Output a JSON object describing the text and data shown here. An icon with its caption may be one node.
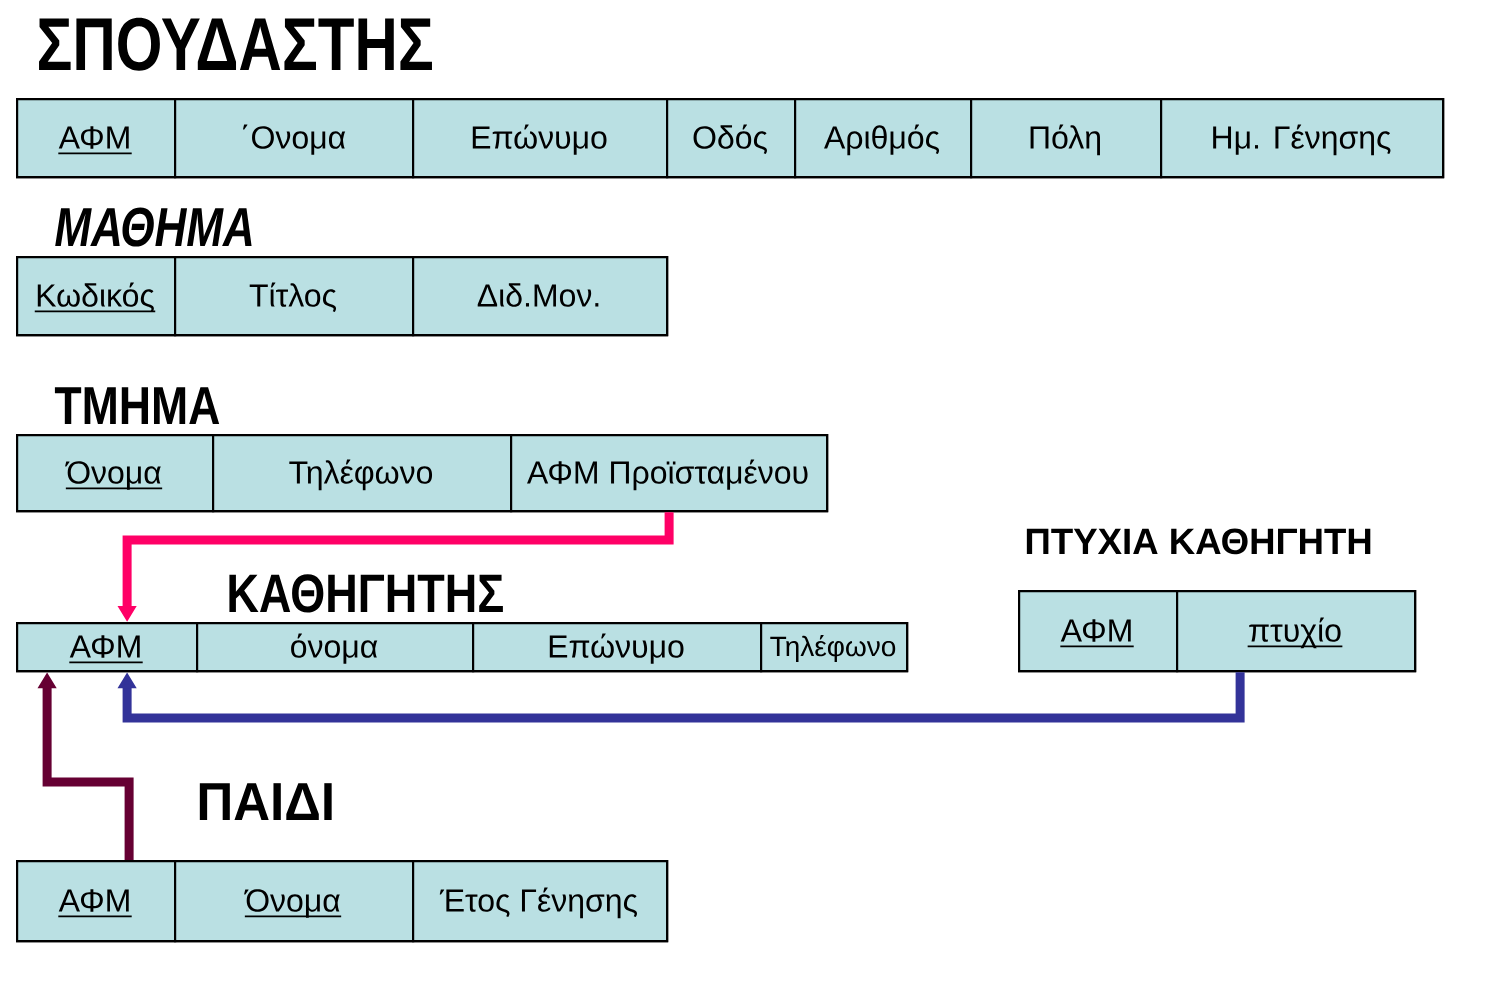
{
  "diagram": {
    "nodes": [
      {
        "text": [
          "ΣΠΟΥΔΑΣΤΗΣ"
        ]
      },
      {
        "text": [
          "ΑΦΜ"
        ],
        "in": 0
      },
      {
        "text": [
          "΄Ονομα"
        ],
        "in": 0
      },
      {
        "text": [
          "Επώνυμο"
        ],
        "in": 0
      },
      {
        "text": [
          "Οδός"
        ],
        "in": 0
      },
      {
        "text": [
          "Αριθμός"
        ],
        "in": 0
      },
      {
        "text": [
          "Πόλη"
        ],
        "in": 0
      },
      {
        "text": [
          "Ημ. Γένησης"
        ],
        "in": 0
      },
      {
        "text": [
          "ΜΑΘΗΜΑ"
        ]
      },
      {
        "text": [
          "Κωδικός"
        ],
        "in": 8
      },
      {
        "text": [
          "Τίτλος"
        ],
        "in": 8
      },
      {
        "text": [
          "Διδ.Μον."
        ],
        "in": 8
      },
      {
        "text": [
          "ΤΜΗΜΑ"
        ]
      },
      {
        "text": [
          "Όνομα"
        ],
        "in": 12
      },
      {
        "text": [
          "Τηλέφωνο"
        ],
        "in": 12
      },
      {
        "text": [
          "ΑΦΜ Προϊσταμένου"
        ],
        "in": 12
      },
      {
        "text": [
          "ΚΑΘΗΓΗΤΗΣ"
        ]
      },
      {
        "text": [
          "ΑΦΜ"
        ],
        "in": 16
      },
      {
        "text": [
          "όνομα"
        ],
        "in": 16
      },
      {
        "text": [
          "Επώνυμο"
        ],
        "in": 16
      },
      {
        "text": [
          "Τηλέφωνο"
        ],
        "in": 16
      },
      {
        "text": [
          "ΠΤΥΧΙΑ ΚΑΘΗΓΗΤΗ"
        ]
      },
      {
        "text": [
          "ΑΦΜ"
        ],
        "in": 21
      },
      {
        "text": [
          "πτυχίο"
        ],
        "in": 21
      },
      {
        "text": [
          "ΠΑΙΔΙ"
        ]
      },
      {
        "text": [
          "ΑΦΜ"
        ],
        "in": 24
      },
      {
        "text": [
          "Όνομα"
        ],
        "in": 24
      },
      {
        "text": [
          "Έτος Γένησης"
        ],
        "in": 24
      }
    ],
    "edges": [
      {
        "from": 15,
        "to": 17,
        "arrow": "to",
        "color": "#ff0066"
      },
      {
        "from": 23,
        "to": 17,
        "arrow": "to",
        "color": "#333399"
      },
      {
        "from": 25,
        "to": 17,
        "arrow": "to",
        "color": "#660033"
      }
    ]
  }
}
